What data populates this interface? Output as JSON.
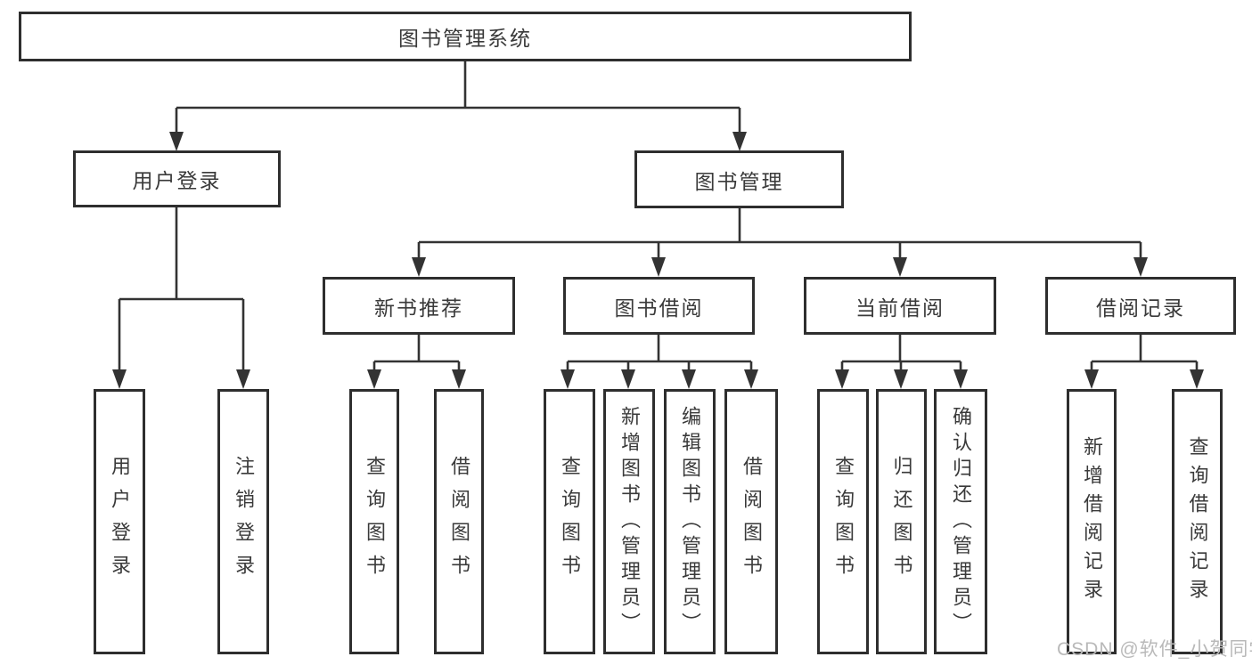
{
  "tree": {
    "label": "图书管理系统",
    "children": [
      {
        "label": "用户登录",
        "children": [
          {
            "label": "用户登录"
          },
          {
            "label": "注销登录"
          }
        ]
      },
      {
        "label": "图书管理",
        "children": [
          {
            "label": "新书推荐",
            "children": [
              {
                "label": "查询图书"
              },
              {
                "label": "借阅图书"
              }
            ]
          },
          {
            "label": "图书借阅",
            "children": [
              {
                "label": "查询图书"
              },
              {
                "label": "新增图书（管理员）"
              },
              {
                "label": "编辑图书（管理员）"
              },
              {
                "label": "借阅图书"
              }
            ]
          },
          {
            "label": "当前借阅",
            "children": [
              {
                "label": "查询图书"
              },
              {
                "label": "归还图书"
              },
              {
                "label": "确认归还（管理员）"
              }
            ]
          },
          {
            "label": "借阅记录",
            "children": [
              {
                "label": "新增借阅记录"
              },
              {
                "label": "查询借阅记录"
              }
            ]
          }
        ]
      }
    ]
  },
  "watermark": {
    "text": "CSDN @软件_小贺同学"
  },
  "colors": {
    "line": "#333333",
    "box_border": "#2e2e2e",
    "text": "#3a3a3a",
    "watermark": "#b9b9b9",
    "background": "#ffffff"
  }
}
